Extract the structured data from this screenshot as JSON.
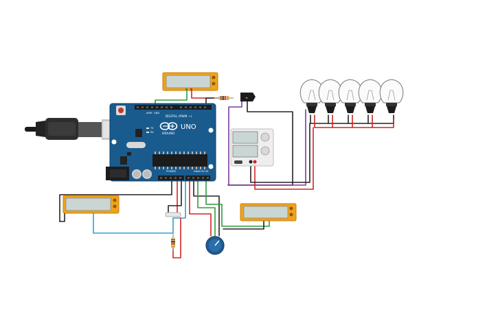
{
  "board": {
    "logo_text": "UNO",
    "brand_text": "ARDUINO",
    "digital_header": "DIGITAL (PWM ~)",
    "power_header": "POWER",
    "analog_header": "ANALOG IN",
    "tx_label": "TX",
    "rx_label": "RX",
    "aref_label": "AREF",
    "gnd_label": "GND"
  },
  "components": {
    "lcds": [
      "lcd-top",
      "lcd-left",
      "lcd-right"
    ],
    "bulb_count": 5
  },
  "colors": {
    "board_blue": "#1a5b8e",
    "lcd_frame": "#f0a21c",
    "lcd_screen": "#c9d6d4",
    "wire_red": "#d32222",
    "wire_black": "#222222",
    "wire_green": "#2e9b3a",
    "wire_blue": "#2f9fd0",
    "wire_purple": "#7a3a9c",
    "pot_knob": "#1f5c91"
  }
}
